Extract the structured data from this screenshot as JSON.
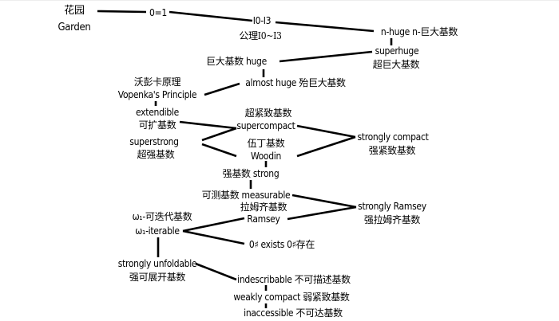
{
  "nodes": {
    "garden_zh": "花园",
    "garden_en": "Garden",
    "zero_one": "0=1",
    "i0i3": "I0-I3",
    "i0i3_zh": "公理I0~I3",
    "nhuge": "n-huge n-巨大基数",
    "superhuge": "superhuge",
    "superhuge_zh": "超巨大基数",
    "huge": "巨大基数 huge",
    "almost_huge": "almost huge 殆巨大基数",
    "vopenka_zh": "沃彭卡原理",
    "vopenka": "Vopenka's Principle",
    "extendible": "extendible",
    "extendible_zh": "可扩基数",
    "supercompact_zh": "超紧致基数",
    "supercompact": "supercompact",
    "strongly_compact": "strongly compact",
    "strongly_compact_zh": "强紧致基数",
    "superstrong": "superstrong",
    "superstrong_zh": "超强基数",
    "woodin_zh": "伍丁基数",
    "woodin": "Woodin",
    "strong": "强基数 strong",
    "measurable": "可测基数 measurable",
    "ramsey_zh": "拉姆齐基数",
    "ramsey": "Ramsey",
    "strongly_ramsey": "strongly Ramsey",
    "strongly_ramsey_zh": "强拉姆齐基数",
    "w1_iterable_zh": "ω₁-可迭代基数",
    "w1_iterable": "ω₁-iterable",
    "zero_sharp": "0♯ exists  0♯存在",
    "strongly_unfoldable": "strongly unfoldable",
    "strongly_unfoldable_zh": "强可展开基数",
    "indescribable": "indescribable 不可描述基数",
    "weakly_compact": "weakly compact 弱紧致基数",
    "inaccessible": "inaccessible 不可达基数"
  }
}
